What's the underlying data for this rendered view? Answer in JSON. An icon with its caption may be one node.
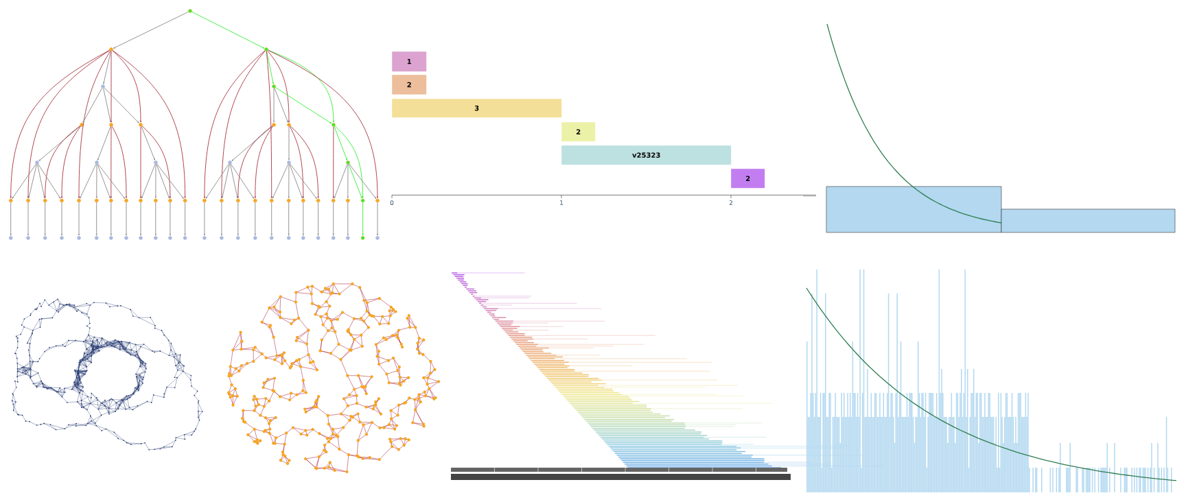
{
  "diagram": {
    "nodes": [
      {
        "text": [],
        "shape": "circle"
      },
      {
        "text": [],
        "shape": "circle"
      },
      {
        "text": [],
        "shape": "circle"
      },
      {
        "text": [],
        "shape": "circle"
      },
      {
        "text": [],
        "shape": "circle"
      },
      {
        "text": [],
        "shape": "circle"
      },
      {
        "text": [],
        "shape": "circle"
      },
      {
        "text": [],
        "shape": "circle"
      },
      {
        "text": [],
        "shape": "circle"
      },
      {
        "text": [],
        "shape": "circle"
      },
      {
        "text": [],
        "shape": "circle"
      },
      {
        "text": [],
        "shape": "circle"
      },
      {
        "text": [],
        "shape": "circle"
      },
      {
        "text": [],
        "shape": "circle"
      },
      {
        "text": [],
        "shape": "circle"
      },
      {
        "text": [],
        "shape": "circle"
      },
      {
        "text": [],
        "shape": "circle"
      },
      {
        "text": [],
        "shape": "circle"
      },
      {
        "text": [],
        "shape": "circle"
      },
      {
        "text": [],
        "shape": "circle"
      },
      {
        "text": [],
        "shape": "circle"
      },
      {
        "text": [],
        "shape": "circle"
      },
      {
        "text": [],
        "shape": "circle"
      },
      {
        "text": [],
        "shape": "circle"
      },
      {
        "text": [],
        "shape": "circle"
      },
      {
        "text": [],
        "shape": "circle"
      },
      {
        "text": [],
        "shape": "circle"
      },
      {
        "text": [],
        "shape": "circle"
      },
      {
        "text": [],
        "shape": "circle"
      },
      {
        "text": [],
        "shape": "circle"
      },
      {
        "text": [],
        "shape": "circle"
      },
      {
        "text": [],
        "shape": "circle"
      },
      {
        "text": [],
        "shape": "circle"
      },
      {
        "text": [],
        "shape": "circle"
      },
      {
        "text": [],
        "shape": "circle"
      },
      {
        "text": [],
        "shape": "circle"
      },
      {
        "text": [],
        "shape": "circle"
      },
      {
        "text": [],
        "shape": "circle"
      },
      {
        "text": [],
        "shape": "circle"
      },
      {
        "text": [],
        "shape": "circle"
      },
      {
        "text": [],
        "shape": "circle"
      },
      {
        "text": [],
        "shape": "circle"
      },
      {
        "text": [],
        "shape": "circle"
      },
      {
        "text": [],
        "shape": "circle"
      },
      {
        "text": [],
        "shape": "circle"
      },
      {
        "text": [],
        "shape": "circle"
      },
      {
        "text": [],
        "shape": "circle"
      },
      {
        "text": [],
        "shape": "circle"
      },
      {
        "text": [],
        "shape": "circle"
      },
      {
        "text": [],
        "shape": "circle"
      },
      {
        "text": [],
        "shape": "circle"
      },
      {
        "text": [],
        "shape": "circle"
      },
      {
        "text": [],
        "shape": "circle"
      },
      {
        "text": [],
        "shape": "circle"
      },
      {
        "text": [],
        "shape": "circle"
      },
      {
        "text": [],
        "shape": "circle"
      },
      {
        "text": [],
        "shape": "circle"
      },
      {
        "text": [],
        "shape": "circle"
      },
      {
        "text": [],
        "shape": "circle"
      },
      {
        "text": [],
        "shape": "circle"
      },
      {
        "text": [],
        "shape": "circle"
      },
      {
        "text": [],
        "shape": "circle"
      },
      {
        "text": [],
        "shape": "circle"
      },
      {
        "text": [],
        "shape": "circle"
      },
      {
        "text": [],
        "shape": "circle"
      },
      {
        "text": [
          "1"
        ]
      },
      {
        "text": [
          "2"
        ]
      },
      {
        "text": [
          "3"
        ]
      },
      {
        "text": [
          "2"
        ]
      },
      {
        "text": [
          "v25323"
        ]
      },
      {
        "text": [
          "2"
        ]
      }
    ],
    "edges": [
      {
        "from": 0,
        "to": 1,
        "arrow": "to"
      },
      {
        "from": 0,
        "to": 2,
        "arrow": "to",
        "color": "#33ee33"
      },
      {
        "from": 1,
        "to": 3,
        "arrow": "to"
      },
      {
        "from": 2,
        "to": 4,
        "arrow": "to",
        "color": "#33ee33"
      },
      {
        "from": 1,
        "to": 6,
        "arrow": "to",
        "color": "#a83240"
      },
      {
        "from": 1,
        "to": 7,
        "arrow": "to",
        "color": "#a83240"
      },
      {
        "from": 1,
        "to": 17,
        "arrow": "to",
        "color": "#a83240"
      },
      {
        "from": 1,
        "to": 18,
        "arrow": "to",
        "color": "#a83240"
      },
      {
        "from": 1,
        "to": 21,
        "arrow": "to",
        "color": "#a83240"
      },
      {
        "from": 1,
        "to": 28,
        "arrow": "to",
        "color": "#a83240"
      },
      {
        "from": 2,
        "to": 9,
        "arrow": "to",
        "color": "#a83240"
      },
      {
        "from": 2,
        "to": 10,
        "arrow": "to",
        "color": "#33ee33"
      },
      {
        "from": 2,
        "to": 29,
        "arrow": "to",
        "color": "#a83240"
      },
      {
        "from": 2,
        "to": 30,
        "arrow": "to",
        "color": "#a83240"
      },
      {
        "from": 2,
        "to": 33,
        "arrow": "to",
        "color": "#a83240"
      },
      {
        "from": 2,
        "to": 40,
        "arrow": "to",
        "color": "#a83240"
      },
      {
        "from": 3,
        "to": 5,
        "arrow": "to"
      },
      {
        "from": 3,
        "to": 6,
        "arrow": "to"
      },
      {
        "from": 3,
        "to": 7,
        "arrow": "to"
      },
      {
        "from": 4,
        "to": 8,
        "arrow": "to"
      },
      {
        "from": 4,
        "to": 9,
        "arrow": "to"
      },
      {
        "from": 4,
        "to": 10,
        "arrow": "to",
        "color": "#33ee33"
      },
      {
        "from": 5,
        "to": 11,
        "arrow": "to"
      },
      {
        "from": 6,
        "to": 12,
        "arrow": "to"
      },
      {
        "from": 7,
        "to": 13,
        "arrow": "to"
      },
      {
        "from": 8,
        "to": 14,
        "arrow": "to"
      },
      {
        "from": 9,
        "to": 15,
        "arrow": "to"
      },
      {
        "from": 10,
        "to": 16,
        "arrow": "to",
        "color": "#33ee33"
      },
      {
        "from": 5,
        "to": 19,
        "arrow": "to",
        "color": "#a83240"
      },
      {
        "from": 5,
        "to": 20,
        "arrow": "to",
        "color": "#a83240"
      },
      {
        "from": 6,
        "to": 23,
        "arrow": "to",
        "color": "#a83240"
      },
      {
        "from": 6,
        "to": 24,
        "arrow": "to",
        "color": "#a83240"
      },
      {
        "from": 7,
        "to": 25,
        "arrow": "to",
        "color": "#a83240"
      },
      {
        "from": 7,
        "to": 27,
        "arrow": "to",
        "color": "#a83240"
      },
      {
        "from": 8,
        "to": 31,
        "arrow": "to",
        "color": "#a83240"
      },
      {
        "from": 8,
        "to": 32,
        "arrow": "to",
        "color": "#a83240"
      },
      {
        "from": 9,
        "to": 35,
        "arrow": "to",
        "color": "#a83240"
      },
      {
        "from": 9,
        "to": 36,
        "arrow": "to",
        "color": "#a83240"
      },
      {
        "from": 10,
        "to": 37,
        "arrow": "to",
        "color": "#a83240"
      },
      {
        "from": 10,
        "to": 39,
        "arrow": "to",
        "color": "#33ee33"
      },
      {
        "from": 11,
        "to": 17,
        "arrow": "to"
      },
      {
        "from": 11,
        "to": 18,
        "arrow": "to"
      },
      {
        "from": 11,
        "to": 19,
        "arrow": "to"
      },
      {
        "from": 11,
        "to": 20,
        "arrow": "to"
      },
      {
        "from": 12,
        "to": 21,
        "arrow": "to"
      },
      {
        "from": 12,
        "to": 22,
        "arrow": "to"
      },
      {
        "from": 12,
        "to": 23,
        "arrow": "to"
      },
      {
        "from": 12,
        "to": 24,
        "arrow": "to"
      },
      {
        "from": 13,
        "to": 25,
        "arrow": "to"
      },
      {
        "from": 13,
        "to": 26,
        "arrow": "to"
      },
      {
        "from": 13,
        "to": 27,
        "arrow": "to"
      },
      {
        "from": 13,
        "to": 28,
        "arrow": "to"
      },
      {
        "from": 14,
        "to": 29,
        "arrow": "to"
      },
      {
        "from": 14,
        "to": 30,
        "arrow": "to"
      },
      {
        "from": 14,
        "to": 31,
        "arrow": "to"
      },
      {
        "from": 14,
        "to": 32,
        "arrow": "to"
      },
      {
        "from": 15,
        "to": 33,
        "arrow": "to"
      },
      {
        "from": 15,
        "to": 34,
        "arrow": "to"
      },
      {
        "from": 15,
        "to": 35,
        "arrow": "to"
      },
      {
        "from": 15,
        "to": 36,
        "arrow": "to"
      },
      {
        "from": 16,
        "to": 37,
        "arrow": "to"
      },
      {
        "from": 16,
        "to": 38,
        "arrow": "to"
      },
      {
        "from": 16,
        "to": 39,
        "arrow": "to",
        "color": "#33ee33"
      },
      {
        "from": 16,
        "to": 40,
        "arrow": "to"
      },
      {
        "from": 17,
        "to": 41,
        "arrow": "to"
      },
      {
        "from": 18,
        "to": 42,
        "arrow": "to"
      },
      {
        "from": 19,
        "to": 43,
        "arrow": "to"
      },
      {
        "from": 20,
        "to": 44,
        "arrow": "to"
      },
      {
        "from": 21,
        "to": 45,
        "arrow": "to"
      },
      {
        "from": 22,
        "to": 46,
        "arrow": "to"
      },
      {
        "from": 23,
        "to": 47,
        "arrow": "to"
      },
      {
        "from": 24,
        "to": 48,
        "arrow": "to"
      },
      {
        "from": 25,
        "to": 49,
        "arrow": "to"
      },
      {
        "from": 26,
        "to": 50,
        "arrow": "to"
      },
      {
        "from": 27,
        "to": 51,
        "arrow": "to"
      },
      {
        "from": 28,
        "to": 52,
        "arrow": "to"
      },
      {
        "from": 29,
        "to": 53,
        "arrow": "to"
      },
      {
        "from": 30,
        "to": 54,
        "arrow": "to"
      },
      {
        "from": 31,
        "to": 55,
        "arrow": "to"
      },
      {
        "from": 32,
        "to": 56,
        "arrow": "to"
      },
      {
        "from": 33,
        "to": 57,
        "arrow": "to"
      },
      {
        "from": 34,
        "to": 58,
        "arrow": "to"
      },
      {
        "from": 35,
        "to": 59,
        "arrow": "to"
      },
      {
        "from": 36,
        "to": 60,
        "arrow": "to"
      },
      {
        "from": 37,
        "to": 61,
        "arrow": "to"
      },
      {
        "from": 38,
        "to": 62,
        "arrow": "to"
      },
      {
        "from": 39,
        "to": 63,
        "arrow": "to",
        "color": "#33ee33"
      },
      {
        "from": 40,
        "to": 64,
        "arrow": "to"
      }
    ],
    "labels": [
      "0",
      "1",
      "2"
    ]
  }
}
